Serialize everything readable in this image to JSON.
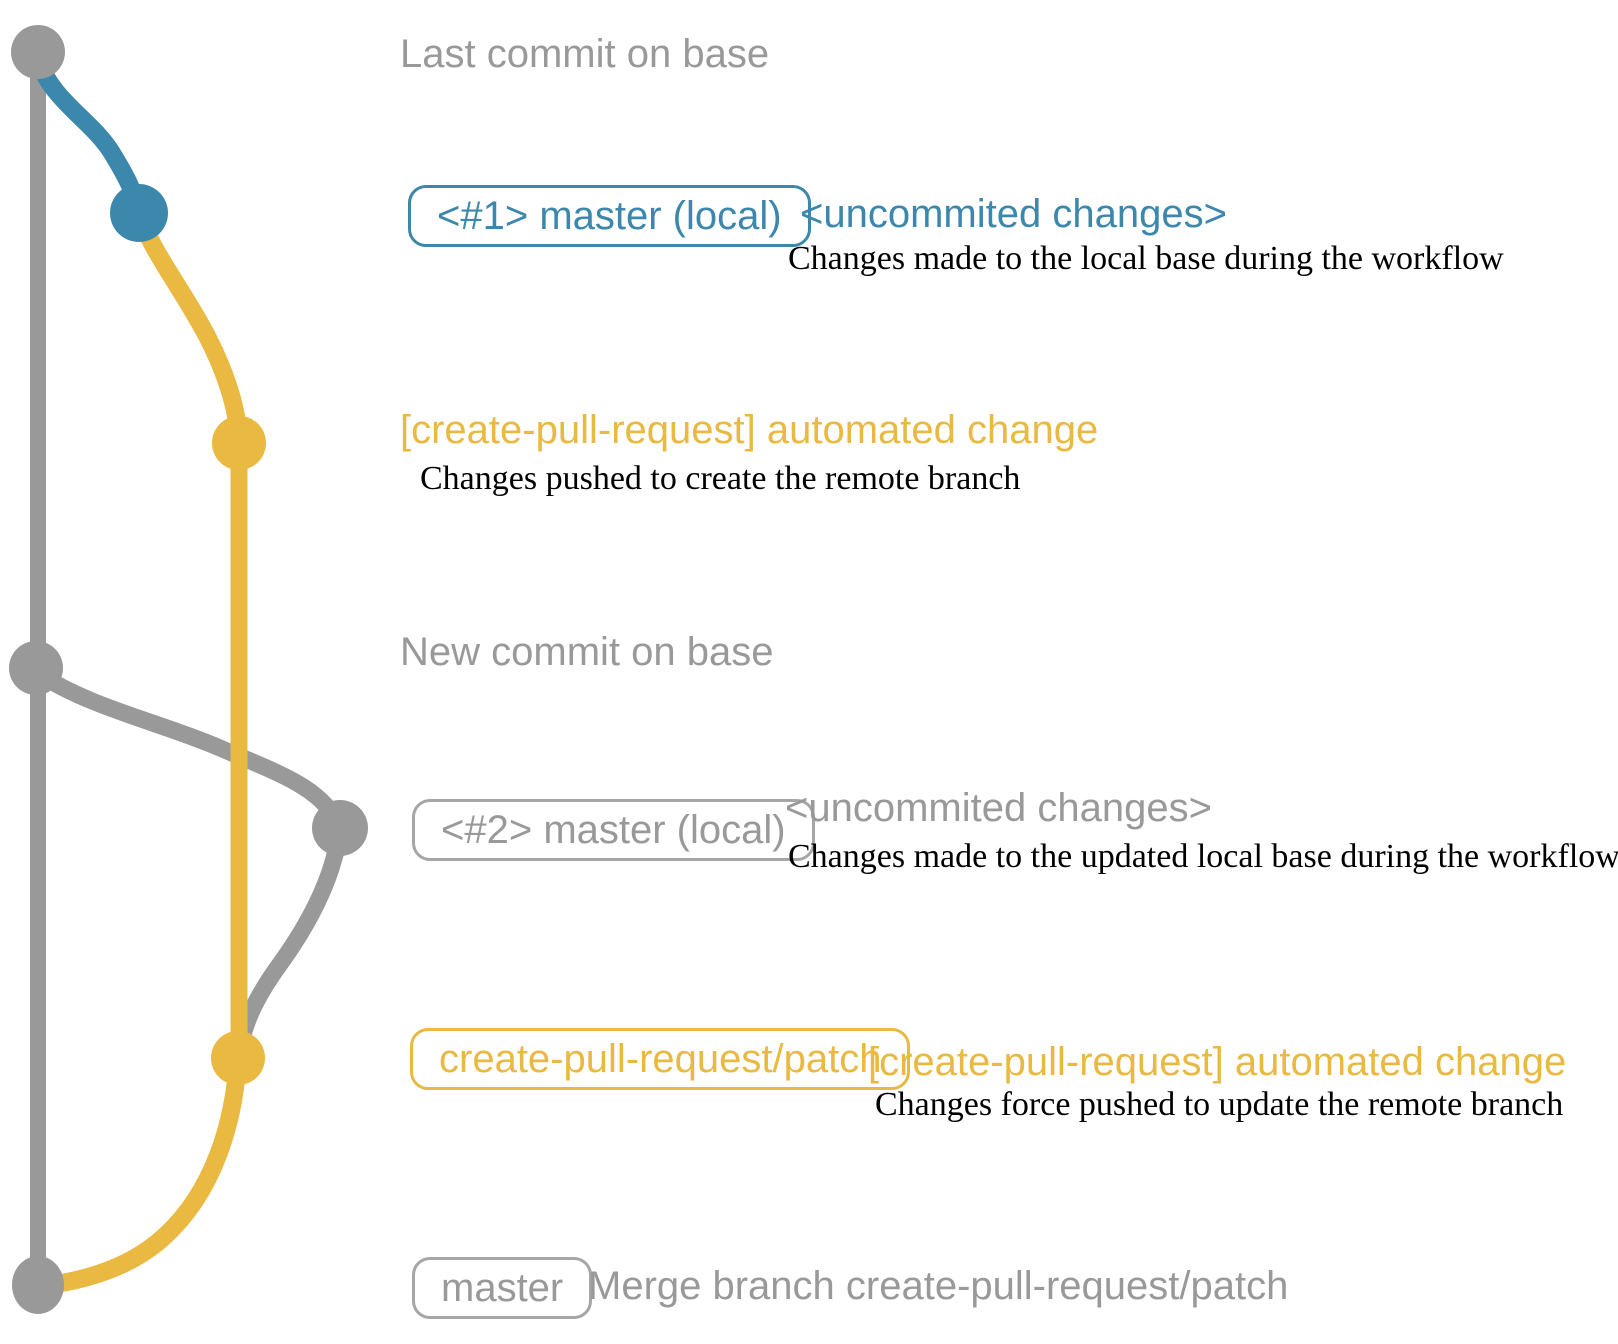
{
  "colors": {
    "gray": "#999999",
    "blue": "#3c87ac",
    "yellow": "#e9b941",
    "caption_text": "#000000"
  },
  "graph": {
    "description": "git commit graph",
    "branch_names": [
      "base (master)",
      "master (local)",
      "create-pull-request/patch"
    ]
  },
  "rows": [
    {
      "label": "Last commit on base"
    },
    {
      "badge": "<#1> master (local)",
      "label": "<uncommited changes>",
      "caption": "Changes made to the local base during the workflow"
    },
    {
      "label": "[create-pull-request] automated change",
      "caption": "Changes pushed to create the remote branch"
    },
    {
      "label": "New commit on base"
    },
    {
      "badge": "<#2> master (local)",
      "label": "<uncommited changes>",
      "caption": "Changes made to the updated local base during the workflow"
    },
    {
      "badge": "create-pull-request/patch",
      "label": "[create-pull-request] automated change",
      "caption": "Changes force pushed to update the remote branch"
    },
    {
      "badge": "master",
      "label": "Merge branch create-pull-request/patch"
    }
  ]
}
